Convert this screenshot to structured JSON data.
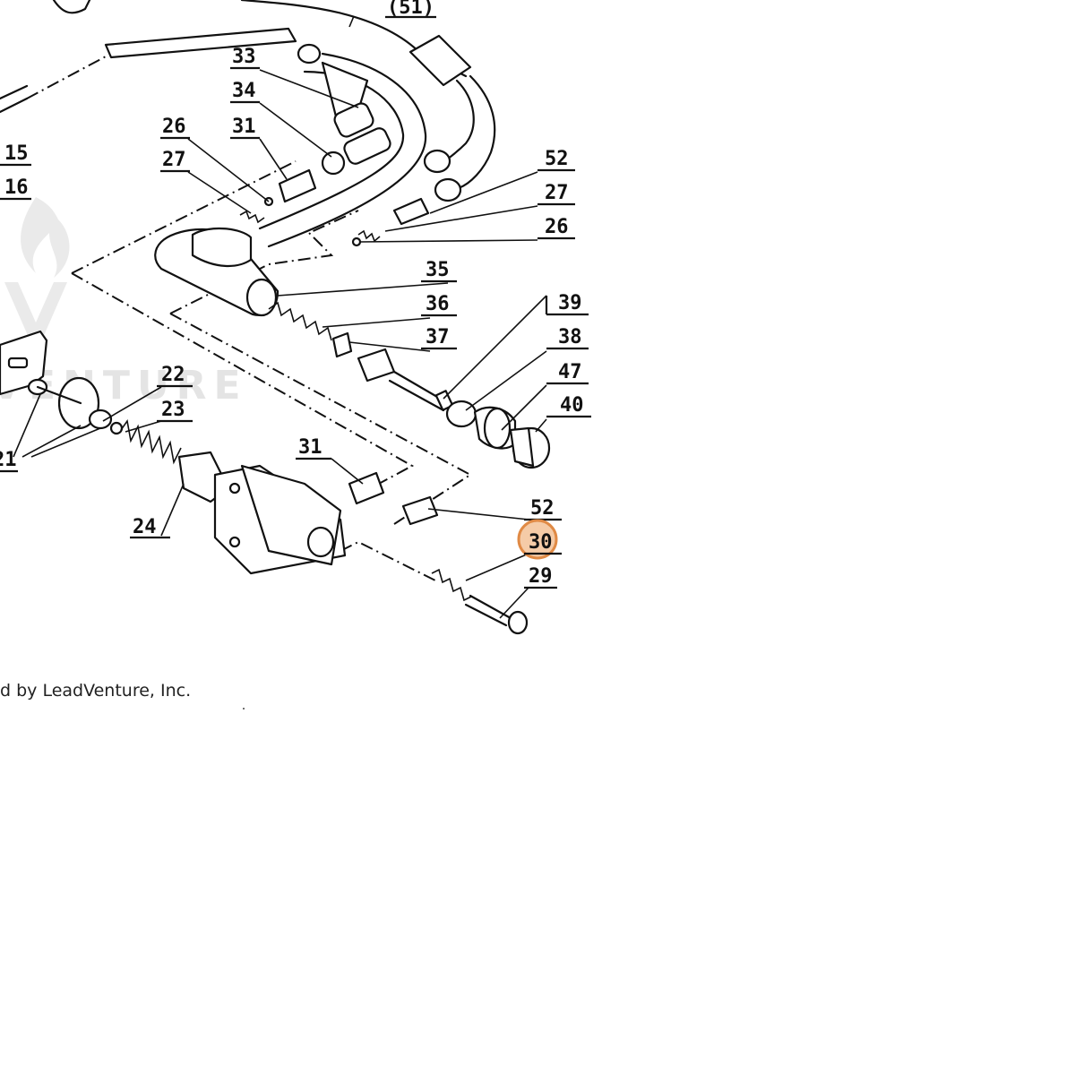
{
  "diagram": {
    "labels": [
      "(51)",
      "33",
      "34",
      "26",
      "31",
      "27",
      "15",
      "16",
      "52",
      "27",
      "26",
      "35",
      "36",
      "39",
      "37",
      "38",
      "47",
      "40",
      "22",
      "23",
      "21",
      "31",
      "52",
      "24",
      "30",
      "29"
    ],
    "highlighted_label": "30",
    "highlight_color": "#f2b98a",
    "watermark": "VENTURE",
    "copyright": "d by LeadVenture, Inc."
  }
}
